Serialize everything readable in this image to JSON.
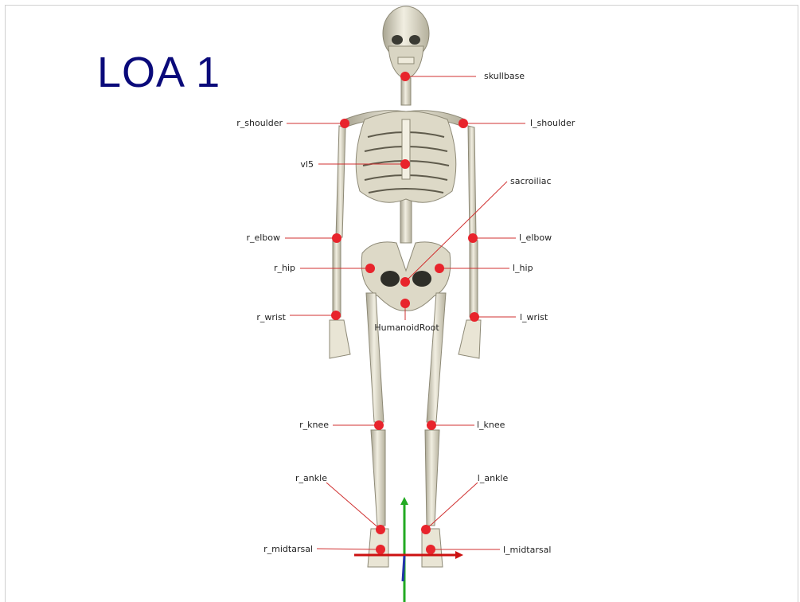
{
  "title": "LOA 1",
  "joints": [
    {
      "id": "skullbase",
      "label": "skullbase"
    },
    {
      "id": "r_shoulder",
      "label": "r_shoulder"
    },
    {
      "id": "l_shoulder",
      "label": "l_shoulder"
    },
    {
      "id": "vl5",
      "label": "vl5"
    },
    {
      "id": "sacroiliac",
      "label": "sacroiliac"
    },
    {
      "id": "r_elbow",
      "label": "r_elbow"
    },
    {
      "id": "l_elbow",
      "label": "l_elbow"
    },
    {
      "id": "r_hip",
      "label": "r_hip"
    },
    {
      "id": "l_hip",
      "label": "l_hip"
    },
    {
      "id": "r_wrist",
      "label": "r_wrist"
    },
    {
      "id": "l_wrist",
      "label": "l_wrist"
    },
    {
      "id": "HumanoidRoot",
      "label": "HumanoidRoot"
    },
    {
      "id": "r_knee",
      "label": "r_knee"
    },
    {
      "id": "l_knee",
      "label": "l_knee"
    },
    {
      "id": "r_ankle",
      "label": "r_ankle"
    },
    {
      "id": "l_ankle",
      "label": "l_ankle"
    },
    {
      "id": "r_midtarsal",
      "label": "r_midtarsal"
    },
    {
      "id": "l_midtarsal",
      "label": "l_midtarsal"
    }
  ],
  "colors": {
    "joint": "#e8242c",
    "leader": "#d03030",
    "bone": "#e6e2d2",
    "bone_shadow": "#9a9683",
    "title": "#0a0a7a"
  }
}
